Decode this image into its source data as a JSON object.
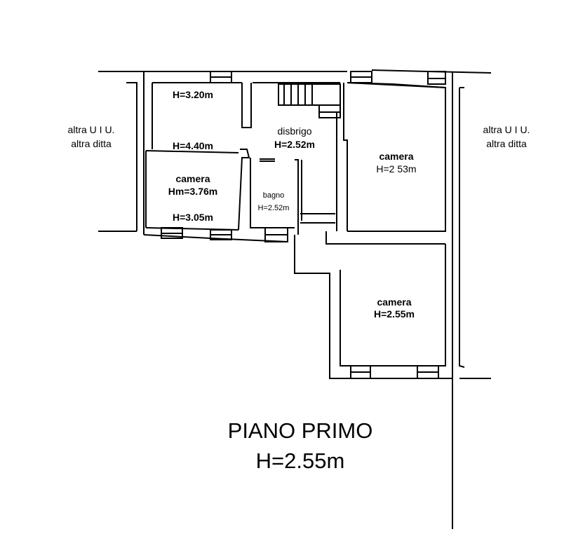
{
  "plan": {
    "neighbors": [
      {
        "line1": "altra U I U.",
        "line2": "altra ditta"
      },
      {
        "line1": "altra U I U.",
        "line2": "altra ditta"
      }
    ],
    "rooms": {
      "top_left": {
        "h1": "H=3.20m",
        "h2": "H=4.40m"
      },
      "camera_left": {
        "name": "camera",
        "height": "Hm=3.76m",
        "h_low": "H=3.05m"
      },
      "disbrigo": {
        "name": "disbrigo",
        "height": "H=2.52m"
      },
      "bagno": {
        "name": "bagno",
        "height": "H=2.52m"
      },
      "camera_right": {
        "name": "camera",
        "height": "H=2 53m"
      },
      "camera_lower": {
        "name": "camera",
        "height": "H=2.55m"
      }
    }
  },
  "title": {
    "line1": "PIANO PRIMO",
    "line2": "H=2.55m"
  }
}
